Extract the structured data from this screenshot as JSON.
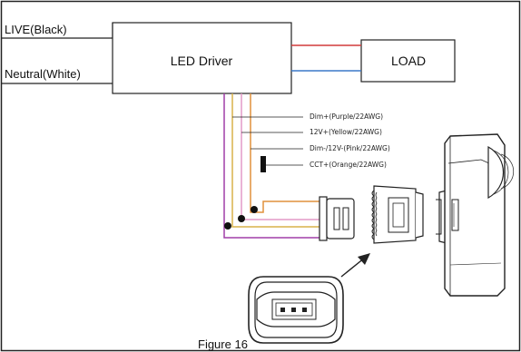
{
  "inputs": {
    "live_label": "LIVE(Black)",
    "neutral_label": "Neutral(White)"
  },
  "driver": {
    "label": "LED Driver"
  },
  "load": {
    "label": "LOAD"
  },
  "output_wires": [
    {
      "label": "Dim+(Purple/22AWG)",
      "color": "#a13ea8"
    },
    {
      "label": "12V+(Yellow/22AWG)",
      "color": "#d8b24a"
    },
    {
      "label": "Dim-/12V-(Pink/22AWG)",
      "color": "#e39ac7"
    },
    {
      "label": "CCT+(Orange/22AWG)",
      "color": "#e0913b"
    }
  ],
  "load_wires": {
    "positive_color": "#d23a3a",
    "negative_color": "#3a78c8"
  },
  "caption": "Figure 16"
}
